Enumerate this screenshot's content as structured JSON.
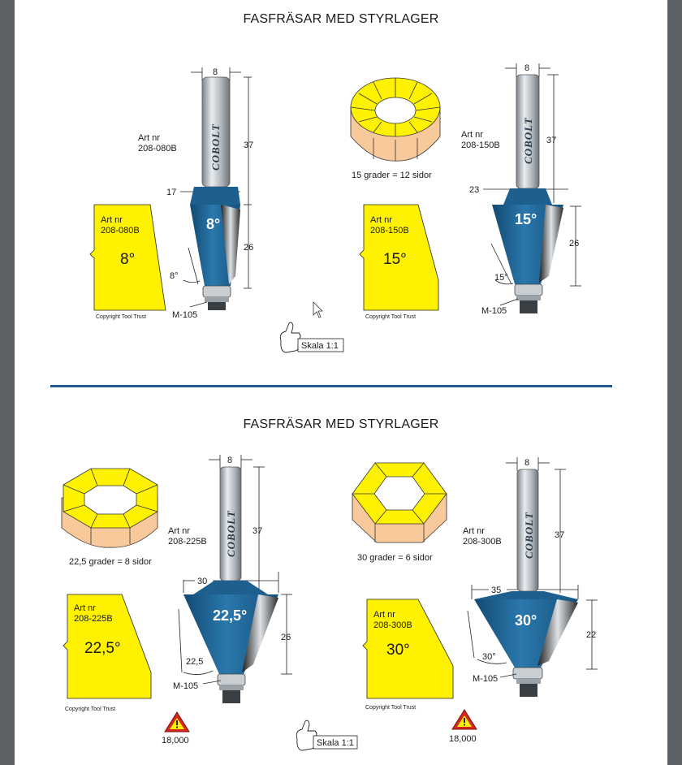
{
  "titles": [
    "FASFRÄSAR MED STYRLAGER",
    "FASFRÄSAR MED STYRLAGER"
  ],
  "scale_label": "Skala 1:1",
  "copyright": "Copyright Tool Trust",
  "brand": "COBOLT",
  "bearing": "M-105",
  "art_label": "Art nr",
  "speed": "18,000",
  "cutters": [
    {
      "art_nr": "208-080B",
      "angle": "8°",
      "shank": "8",
      "shank_len": "37",
      "diameter": "17",
      "cut_len": "26",
      "angle_dim": "8°"
    },
    {
      "art_nr": "208-150B",
      "angle": "15°",
      "shank": "8",
      "shank_len": "37",
      "diameter": "23",
      "cut_len": "26",
      "angle_dim": "15°",
      "polygon": "15 grader = 12 sidor"
    },
    {
      "art_nr": "208-225B",
      "angle": "22,5°",
      "shank": "8",
      "shank_len": "37",
      "diameter": "30",
      "cut_len": "26",
      "angle_dim": "22,5",
      "polygon": "22,5 grader = 8 sidor"
    },
    {
      "art_nr": "208-300B",
      "angle": "30°",
      "shank": "8",
      "shank_len": "37",
      "diameter": "35",
      "cut_len": "22",
      "angle_dim": "30°",
      "polygon": "30 grader = 6 sidor"
    }
  ],
  "colors": {
    "blue": "#1d5f8f",
    "yellow": "#fff200",
    "peach": "#f8c99a",
    "divider": "#1f5a94",
    "warning": "#d8261c"
  }
}
